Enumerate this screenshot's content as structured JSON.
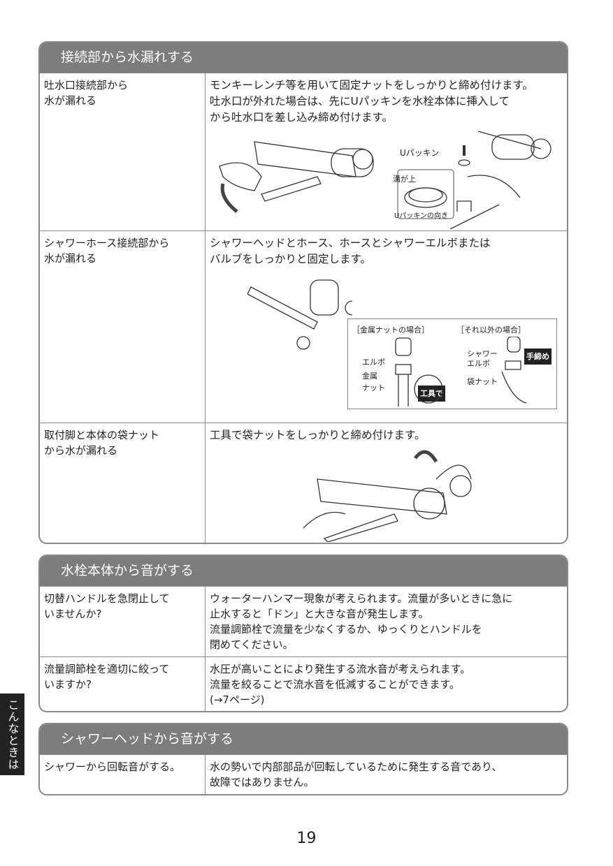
{
  "sections": [
    {
      "title": "接続部から水漏れする",
      "rows": [
        {
          "cause": [
            "吐水口接続部から",
            "水が漏れる"
          ],
          "remedy": [
            "モンキーレンチ等を用いて固定ナットをしっかりと締め付けます。",
            "吐水口が外れた場合は、先にUパッキンを水栓本体に挿入して",
            "から吐水口を差し込み締め付けます。"
          ],
          "labels": {
            "u_packing": "Uパッキン",
            "groove_up": "溝が上",
            "u_packing_dir": "Uパッキンの向き"
          }
        },
        {
          "cause": [
            "シャワーホース接続部から",
            "水が漏れる"
          ],
          "remedy": [
            "シャワーヘッドとホース、ホースとシャワーエルボまたは",
            "バルブをしっかりと固定します。"
          ],
          "labels": {
            "metal_case": "［金属ナットの場合］",
            "other_case": "［それ以外の場合］",
            "elbow": "エルボ",
            "metal_nut_1": "金属",
            "metal_nut_2": "ナット",
            "with_tool": "工具で",
            "shower_elbow_1": "シャワー",
            "shower_elbow_2": "エルボ",
            "hand_tighten": "手締め",
            "bag_nut": "袋ナット"
          }
        },
        {
          "cause": [
            "取付脚と本体の袋ナット",
            "から水が漏れる"
          ],
          "remedy": [
            "工具で袋ナットをしっかりと締め付けます。"
          ]
        }
      ]
    },
    {
      "title": "水栓本体から音がする",
      "rows": [
        {
          "cause": [
            "切替ハンドルを急閉止して",
            "いませんか?"
          ],
          "remedy": [
            "ウォーターハンマー現象が考えられます。流量が多いときに急に",
            "止水すると「ドン」と大きな音が発生します。",
            "流量調節栓で流量を少なくするか、ゆっくりとハンドルを",
            "閉めてください。"
          ]
        },
        {
          "cause": [
            "流量調節栓を適切に絞って",
            "いますか?"
          ],
          "remedy": [
            "水圧が高いことにより発生する流水音が考えられます。",
            "流量を絞ることで流水音を低減することができます。",
            "(→7ページ)"
          ]
        }
      ]
    },
    {
      "title": "シャワーヘッドから音がする",
      "rows": [
        {
          "cause": [
            "シャワーから回転音がする。"
          ],
          "remedy": [
            "水の勢いで内部部品が回転しているために発生する音であり、",
            "故障ではありません。"
          ]
        }
      ]
    }
  ],
  "side_tab": "こんなときは",
  "page_number": "19"
}
